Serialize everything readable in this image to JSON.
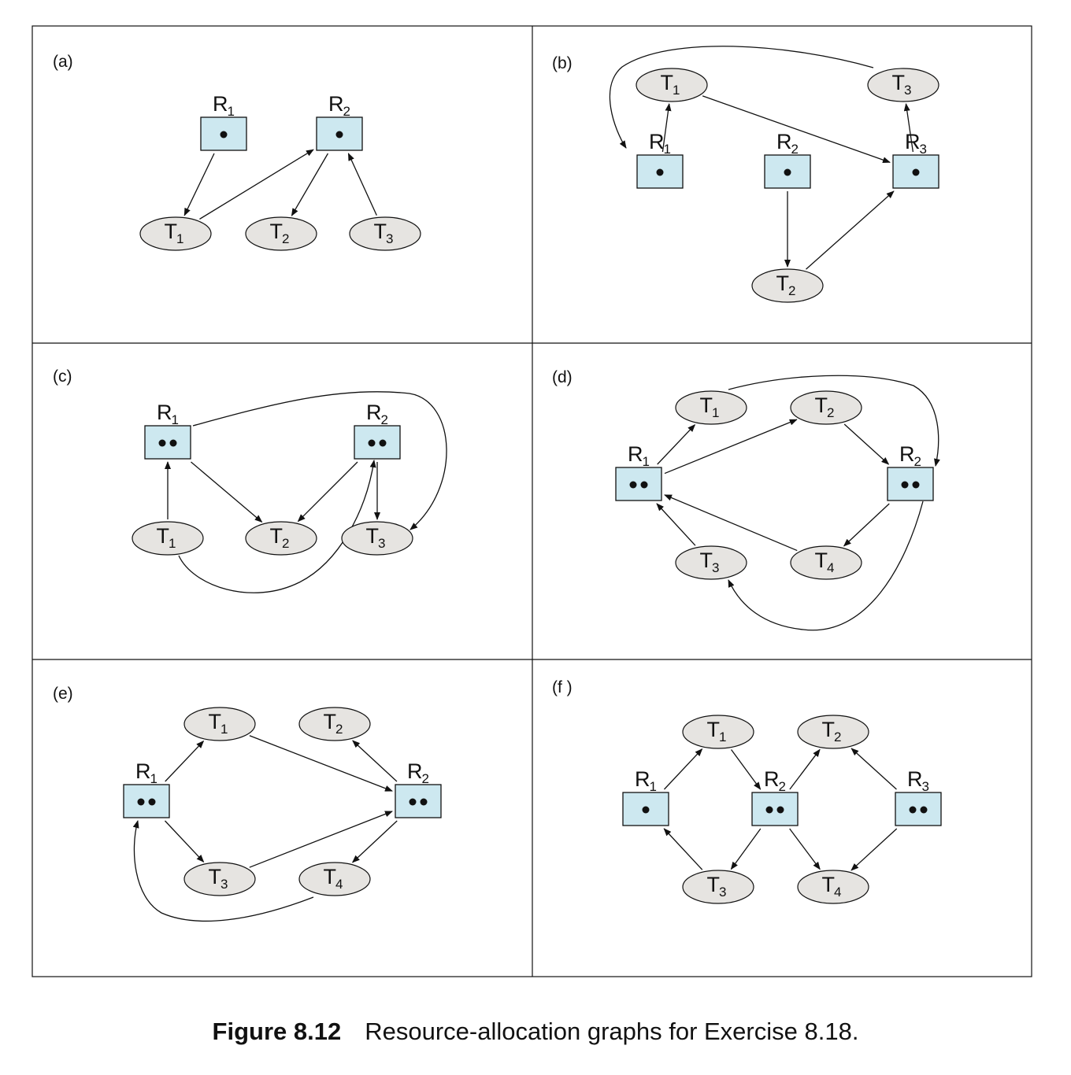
{
  "caption": {
    "number": "Figure 8.12",
    "text": "Resource-allocation graphs for Exercise 8.18."
  },
  "colors": {
    "resource_fill": "#cde8f0",
    "thread_fill": "#e6e4e1",
    "stroke": "#111111"
  },
  "panels": [
    {
      "id": "a",
      "label": "(a)",
      "resources": [
        {
          "id": "R1",
          "name": "R",
          "sub": "1",
          "instances": 1
        },
        {
          "id": "R2",
          "name": "R",
          "sub": "2",
          "instances": 1
        }
      ],
      "threads": [
        {
          "id": "T1",
          "name": "T",
          "sub": "1"
        },
        {
          "id": "T2",
          "name": "T",
          "sub": "2"
        },
        {
          "id": "T3",
          "name": "T",
          "sub": "3"
        }
      ],
      "edges": [
        {
          "from": "R1",
          "to": "T1"
        },
        {
          "from": "T1",
          "to": "R2"
        },
        {
          "from": "R2",
          "to": "T2"
        },
        {
          "from": "T3",
          "to": "R2"
        }
      ]
    },
    {
      "id": "b",
      "label": "(b)",
      "resources": [
        {
          "id": "R1",
          "name": "R",
          "sub": "1",
          "instances": 1
        },
        {
          "id": "R2",
          "name": "R",
          "sub": "2",
          "instances": 1
        },
        {
          "id": "R3",
          "name": "R",
          "sub": "3",
          "instances": 1
        }
      ],
      "threads": [
        {
          "id": "T1",
          "name": "T",
          "sub": "1"
        },
        {
          "id": "T2",
          "name": "T",
          "sub": "2"
        },
        {
          "id": "T3",
          "name": "T",
          "sub": "3"
        }
      ],
      "edges": [
        {
          "from": "R1",
          "to": "T1"
        },
        {
          "from": "T1",
          "to": "R3"
        },
        {
          "from": "R3",
          "to": "T3"
        },
        {
          "from": "T3",
          "to": "R1"
        },
        {
          "from": "R2",
          "to": "T2"
        },
        {
          "from": "T2",
          "to": "R3"
        }
      ]
    },
    {
      "id": "c",
      "label": "(c)",
      "resources": [
        {
          "id": "R1",
          "name": "R",
          "sub": "1",
          "instances": 2
        },
        {
          "id": "R2",
          "name": "R",
          "sub": "2",
          "instances": 2
        }
      ],
      "threads": [
        {
          "id": "T1",
          "name": "T",
          "sub": "1"
        },
        {
          "id": "T2",
          "name": "T",
          "sub": "2"
        },
        {
          "id": "T3",
          "name": "T",
          "sub": "3"
        }
      ],
      "edges": [
        {
          "from": "T1",
          "to": "R1"
        },
        {
          "from": "R1",
          "to": "T2"
        },
        {
          "from": "R1",
          "to": "T3"
        },
        {
          "from": "R2",
          "to": "T2"
        },
        {
          "from": "R2",
          "to": "T3"
        },
        {
          "from": "T1",
          "to": "R2"
        }
      ]
    },
    {
      "id": "d",
      "label": "(d)",
      "resources": [
        {
          "id": "R1",
          "name": "R",
          "sub": "1",
          "instances": 2
        },
        {
          "id": "R2",
          "name": "R",
          "sub": "2",
          "instances": 2
        }
      ],
      "threads": [
        {
          "id": "T1",
          "name": "T",
          "sub": "1"
        },
        {
          "id": "T2",
          "name": "T",
          "sub": "2"
        },
        {
          "id": "T3",
          "name": "T",
          "sub": "3"
        },
        {
          "id": "T4",
          "name": "T",
          "sub": "4"
        }
      ],
      "edges": [
        {
          "from": "R1",
          "to": "T1"
        },
        {
          "from": "R1",
          "to": "T2"
        },
        {
          "from": "T1",
          "to": "R2"
        },
        {
          "from": "T2",
          "to": "R2"
        },
        {
          "from": "R2",
          "to": "T4"
        },
        {
          "from": "R2",
          "to": "T3"
        },
        {
          "from": "T3",
          "to": "R1"
        },
        {
          "from": "T4",
          "to": "R1"
        }
      ]
    },
    {
      "id": "e",
      "label": "(e)",
      "resources": [
        {
          "id": "R1",
          "name": "R",
          "sub": "1",
          "instances": 2
        },
        {
          "id": "R2",
          "name": "R",
          "sub": "2",
          "instances": 2
        }
      ],
      "threads": [
        {
          "id": "T1",
          "name": "T",
          "sub": "1"
        },
        {
          "id": "T2",
          "name": "T",
          "sub": "2"
        },
        {
          "id": "T3",
          "name": "T",
          "sub": "3"
        },
        {
          "id": "T4",
          "name": "T",
          "sub": "4"
        }
      ],
      "edges": [
        {
          "from": "R1",
          "to": "T1"
        },
        {
          "from": "R1",
          "to": "T3"
        },
        {
          "from": "T1",
          "to": "R2"
        },
        {
          "from": "T3",
          "to": "R2"
        },
        {
          "from": "R2",
          "to": "T2"
        },
        {
          "from": "R2",
          "to": "T4"
        },
        {
          "from": "T4",
          "to": "R1"
        }
      ]
    },
    {
      "id": "f",
      "label": "(f )",
      "resources": [
        {
          "id": "R1",
          "name": "R",
          "sub": "1",
          "instances": 1
        },
        {
          "id": "R2",
          "name": "R",
          "sub": "2",
          "instances": 2
        },
        {
          "id": "R3",
          "name": "R",
          "sub": "3",
          "instances": 2
        }
      ],
      "threads": [
        {
          "id": "T1",
          "name": "T",
          "sub": "1"
        },
        {
          "id": "T2",
          "name": "T",
          "sub": "2"
        },
        {
          "id": "T3",
          "name": "T",
          "sub": "3"
        },
        {
          "id": "T4",
          "name": "T",
          "sub": "4"
        }
      ],
      "edges": [
        {
          "from": "R1",
          "to": "T1"
        },
        {
          "from": "T1",
          "to": "R2"
        },
        {
          "from": "R2",
          "to": "T2"
        },
        {
          "from": "R2",
          "to": "T3"
        },
        {
          "from": "R2",
          "to": "T4"
        },
        {
          "from": "T3",
          "to": "R1"
        },
        {
          "from": "R3",
          "to": "T2"
        },
        {
          "from": "R3",
          "to": "T4"
        }
      ]
    }
  ]
}
